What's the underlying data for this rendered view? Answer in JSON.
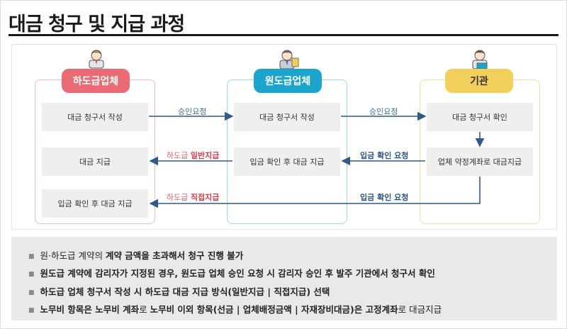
{
  "title": "대금 청구 및 지급 과정",
  "lanes": {
    "subcontractor": "하도급업체",
    "prime": "원도급업체",
    "agency": "기관"
  },
  "steps": {
    "sub_1": "대금 청구서 작성",
    "sub_2": "대금 지급",
    "sub_3": "입금 확인 후 대금 지급",
    "prime_1": "대금 청구서 작성",
    "prime_2": "입금 확인 후 대금 지급",
    "agency_1": "대금 청구서 확인",
    "agency_2": "업체 약정계좌로 대금지급"
  },
  "arrows": {
    "a1": "승인요청",
    "a2": "승인요청",
    "a3": "입금 확인 요청",
    "a4_prefix": "하도급 ",
    "a4_bold": "일반지급",
    "a5_prefix": "하도급 ",
    "a5_bold": "직접지급",
    "a6": "입금 확인 요청"
  },
  "notes": {
    "n1_a": "원·하도급 계약의 ",
    "n1_b": "계약 금액을 초과해서 청구 진행 불가",
    "n2": "원도급 계약에 감리자가 지정된 경우, 원도급 업체 승인 요청 시 감리자 승인 후 발주 기관에서 청구서 확인",
    "n3": "하도급 업체 청구서 작성 시 하도급 대금 지급 방식(일반지급 | 직접지급) 선택",
    "n4_a": "노무비 항목은 노무비 계좌",
    "n4_b": "로 ",
    "n4_c": "노무비 이외 항목(선금 | 업체배정금액 | 자재장비대금)은 고정계좌",
    "n4_d": "로 대금지급"
  },
  "colors": {
    "subcontractor": "#ea6b73",
    "prime": "#1ba5cd",
    "agency": "#f2cf5a",
    "arrow_blue": "#3d6ea3"
  }
}
